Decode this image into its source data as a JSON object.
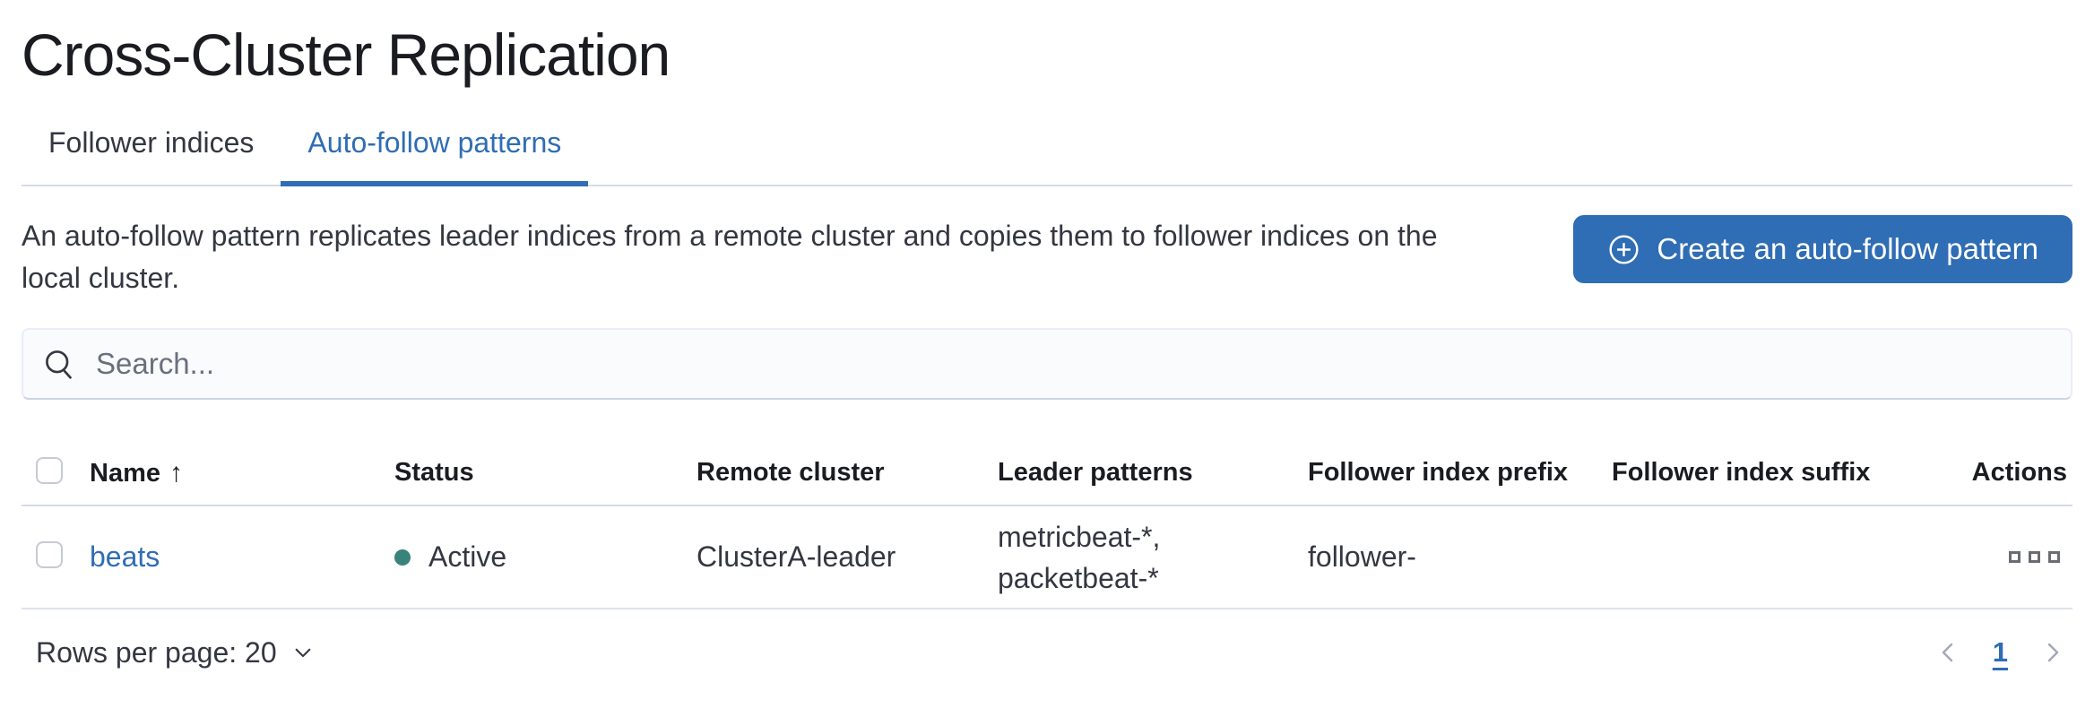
{
  "page": {
    "title": "Cross-Cluster Replication"
  },
  "tabs": [
    {
      "label": "Follower indices",
      "active": false
    },
    {
      "label": "Auto-follow patterns",
      "active": true
    }
  ],
  "intro": {
    "description_lines": [
      "An auto-follow pattern replicates leader indices from a remote cluster and copies them to follower indices on the",
      "local cluster."
    ],
    "create_button_label": "Create an auto-follow pattern",
    "create_button_icon": "plus-in-circle-icon"
  },
  "search": {
    "placeholder": "Search...",
    "value": "",
    "icon": "search-icon"
  },
  "table": {
    "columns": [
      "Name",
      "Status",
      "Remote cluster",
      "Leader patterns",
      "Follower index prefix",
      "Follower index suffix",
      "Actions"
    ],
    "sort": {
      "column": "Name",
      "direction": "ascending",
      "arrow": "↑"
    },
    "rows": [
      {
        "name": "beats",
        "status": "Active",
        "remote_cluster": "ClusterA-leader",
        "leader_patterns_lines": [
          "metricbeat-*,",
          "packetbeat-*"
        ],
        "follower_index_prefix": "follower-",
        "follower_index_suffix": "",
        "actions_icon": "boxes-horizontal-icon"
      }
    ]
  },
  "footer": {
    "rows_per_page_label": "Rows per page: 20",
    "current_page": "1"
  },
  "colors": {
    "accent_blue": "#2f6db4",
    "button_blue": "#2f6db4",
    "status_active_green": "#38837a",
    "border_gray": "#d3dae6",
    "text_dark": "#343741",
    "title_dark": "#1a1c21",
    "muted_gray": "#69707d"
  }
}
